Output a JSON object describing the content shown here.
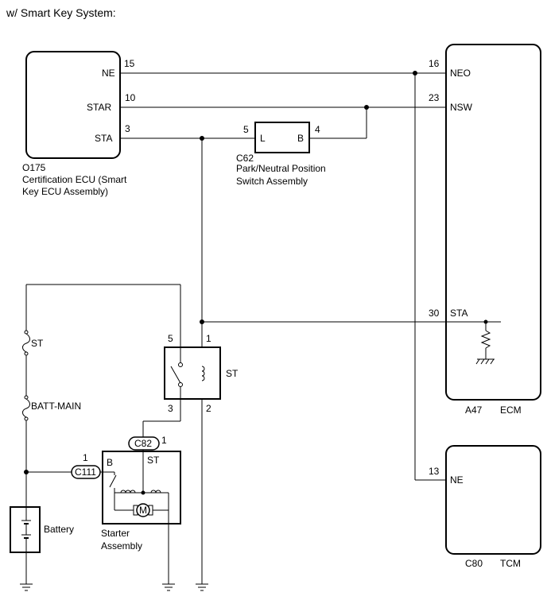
{
  "header": {
    "title": "w/ Smart Key System:"
  },
  "certification_ecu": {
    "code": "O175",
    "name_line1": "Certification ECU (Smart",
    "name_line2": "Key ECU Assembly)",
    "pins": {
      "ne": "NE",
      "star": "STAR",
      "sta": "STA"
    },
    "pin_numbers": {
      "ne": "15",
      "star": "10",
      "sta": "3"
    }
  },
  "ecm": {
    "code": "A47",
    "name": "ECM",
    "pins": {
      "neo": "NEO",
      "nsw": "NSW",
      "sta": "STA"
    },
    "pin_numbers": {
      "neo": "16",
      "nsw": "23",
      "sta": "30"
    }
  },
  "tcm": {
    "code": "C80",
    "name": "TCM",
    "pins": {
      "ne": "NE"
    },
    "pin_numbers": {
      "ne": "13"
    }
  },
  "park_neutral_switch": {
    "code": "C62",
    "name_line1": "Park/Neutral Position",
    "name_line2": "Switch Assembly",
    "terminals": {
      "l": "L",
      "b": "B"
    },
    "pin_numbers": {
      "l": "5",
      "b": "4"
    }
  },
  "st_relay": {
    "label": "ST",
    "pin_numbers": {
      "p5": "5",
      "p1": "1",
      "p3": "3",
      "p2": "2"
    }
  },
  "fuses": {
    "st": "ST",
    "batt_main": "BATT-MAIN"
  },
  "battery": {
    "label": "Battery"
  },
  "starter": {
    "name_line1": "Starter",
    "name_line2": "Assembly",
    "terminal_b": "B",
    "terminal_st": "ST",
    "motor_symbol": "M"
  },
  "connectors": {
    "c82": {
      "code": "C82",
      "pin": "1"
    },
    "c111": {
      "code": "C111",
      "pin": "1"
    }
  }
}
